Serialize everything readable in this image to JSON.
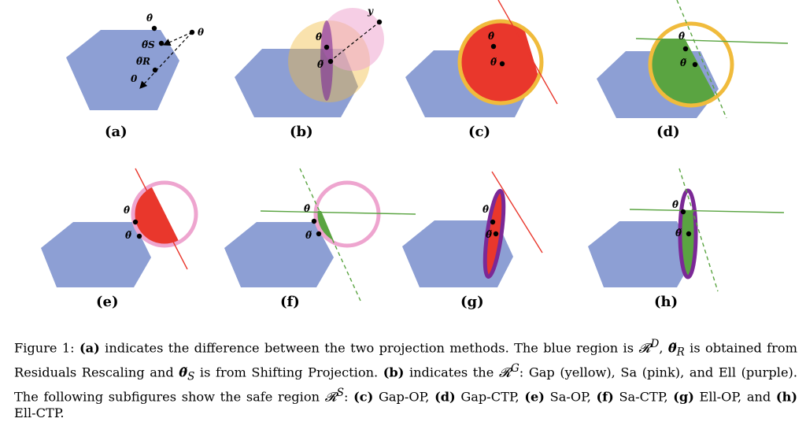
{
  "panels": [
    {
      "label": "(a)",
      "points": [
        "θ̂",
        "θ",
        "θ̃S",
        "θ̃R",
        "0"
      ]
    },
    {
      "label": "(b)",
      "points": [
        "y",
        "θ̂",
        "θ̃"
      ]
    },
    {
      "label": "(c)",
      "points": [
        "θ̂",
        "θ̃"
      ]
    },
    {
      "label": "(d)",
      "points": [
        "θ̂",
        "θ̃"
      ]
    },
    {
      "label": "(e)",
      "points": [
        "θ̂",
        "θ̃"
      ]
    },
    {
      "label": "(f)",
      "points": [
        "θ̂",
        "θ̃"
      ]
    },
    {
      "label": "(g)",
      "points": [
        "θ̂",
        "θ̃"
      ]
    },
    {
      "label": "(h)",
      "points": [
        "θ̂",
        "θ̃"
      ]
    }
  ],
  "colors": {
    "domain_blue": "#8d9fd4",
    "gap_yellow": "#f0bb3c",
    "sa_pink": "#eea5cf",
    "ell_purple": "#7b2896",
    "op_red": "#e9372c",
    "ctp_green": "#5aa441"
  },
  "caption": {
    "p1": "Figure 1: ",
    "a": "(a)",
    "p2": " indicates the difference between the two projection methods. The blue region is ",
    "rd": "𝓡",
    "rd_sup": "D",
    "p3": ", ",
    "thR": "θ̃",
    "thR_sub": "R",
    "p4": " is obtained from Residuals Rescaling and ",
    "thS": "θ̃",
    "thS_sub": "S",
    "p5": " is from Shifting Projection. ",
    "b": "(b)",
    "p6": " indicates the ",
    "rg": "𝓡",
    "rg_sup": "G",
    "p7": ": Gap (yellow), Sa (pink), and Ell (purple). The following subfigures show the safe region ",
    "rs": "𝓡",
    "rs_sup": "S",
    "p8": ": ",
    "c": "(c)",
    "p9": " Gap-OP, ",
    "d": "(d)",
    "p10": " Gap-CTP, ",
    "e": "(e)",
    "p11": " Sa-OP, ",
    "f": "(f)",
    "p12": " Sa-CTP, ",
    "g": "(g)",
    "p13": " Ell-OP, and ",
    "h": "(h)",
    "p14": " Ell-CTP."
  }
}
